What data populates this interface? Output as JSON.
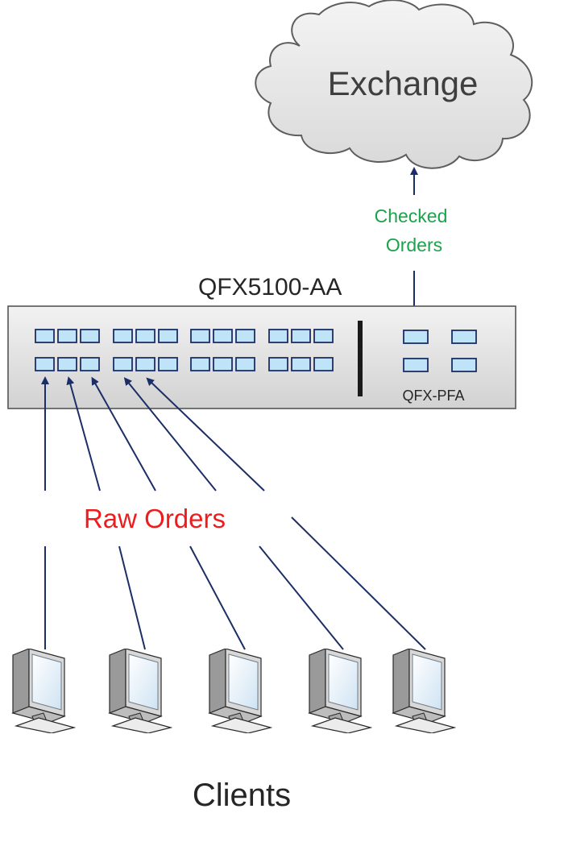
{
  "exchange": {
    "label": "Exchange"
  },
  "switch": {
    "model": "QFX5100-AA",
    "module": "QFX-PFA"
  },
  "uplink": {
    "label_line1": "Checked",
    "label_line2": "Orders"
  },
  "raw": {
    "label": "Raw Orders"
  },
  "clients": {
    "label": "Clients"
  },
  "colors": {
    "checked_orders_text": "#1aa34a",
    "raw_orders_text": "#ee1c1c",
    "wire": "#1c2e66",
    "port_fill": "#bfe3f7",
    "switch_fill": "#e6e6e6",
    "cloud_fill": "#e8e8e8"
  },
  "icons": [
    "cloud-icon",
    "switch-icon",
    "port-icon",
    "monitor-icon",
    "arrow-up-icon"
  ]
}
